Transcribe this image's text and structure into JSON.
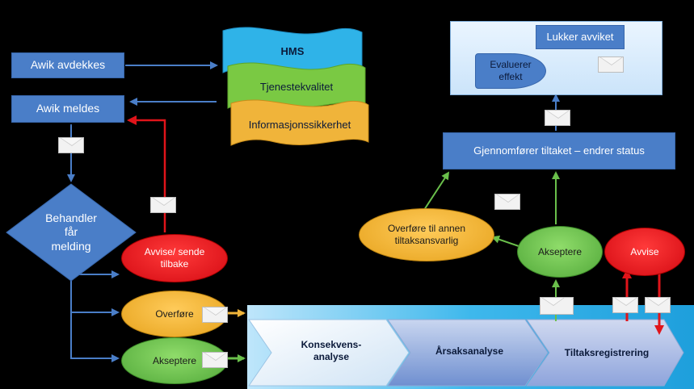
{
  "flow_left": {
    "avvik_avdekkes": "Awik avdekkes",
    "avvik_meldes": "Awik meldes",
    "behandler": [
      "Behandler",
      "får",
      "melding"
    ]
  },
  "categories": {
    "hms": "HMS",
    "tjenestekvalitet": "Tjenestekvalitet",
    "informasjonssikkerhet": "Informasjonssikkerhet"
  },
  "decisions": {
    "avvise_sende": [
      "Avvise/ sende",
      "tilbake"
    ],
    "overfore": "Overføre",
    "akseptere": "Akseptere"
  },
  "process": {
    "konsekvens": [
      "Konsekvens-",
      "analyse"
    ],
    "arsak": "Årsaksanalyse",
    "tiltak": "Tiltaksregistrering"
  },
  "right_flow": {
    "overfore_annen": [
      "Overføre til annen",
      "tiltaksansvarlig"
    ],
    "akseptere": "Akseptere",
    "avvise": "Avvise",
    "gjennomforer": "Gjennomfører tiltaket – endrer status",
    "evaluere": [
      "Evaluerer",
      "effekt"
    ],
    "lukker": "Lukker avviket"
  },
  "colors": {
    "blue": "#4a7ec8",
    "red": "#e0141a",
    "orange": "#f0b43a",
    "green": "#6abf4b",
    "light_blue_panel": "#dbeeff",
    "cyan": "#2fb3e8"
  },
  "icons": [
    "envelope-icon"
  ]
}
